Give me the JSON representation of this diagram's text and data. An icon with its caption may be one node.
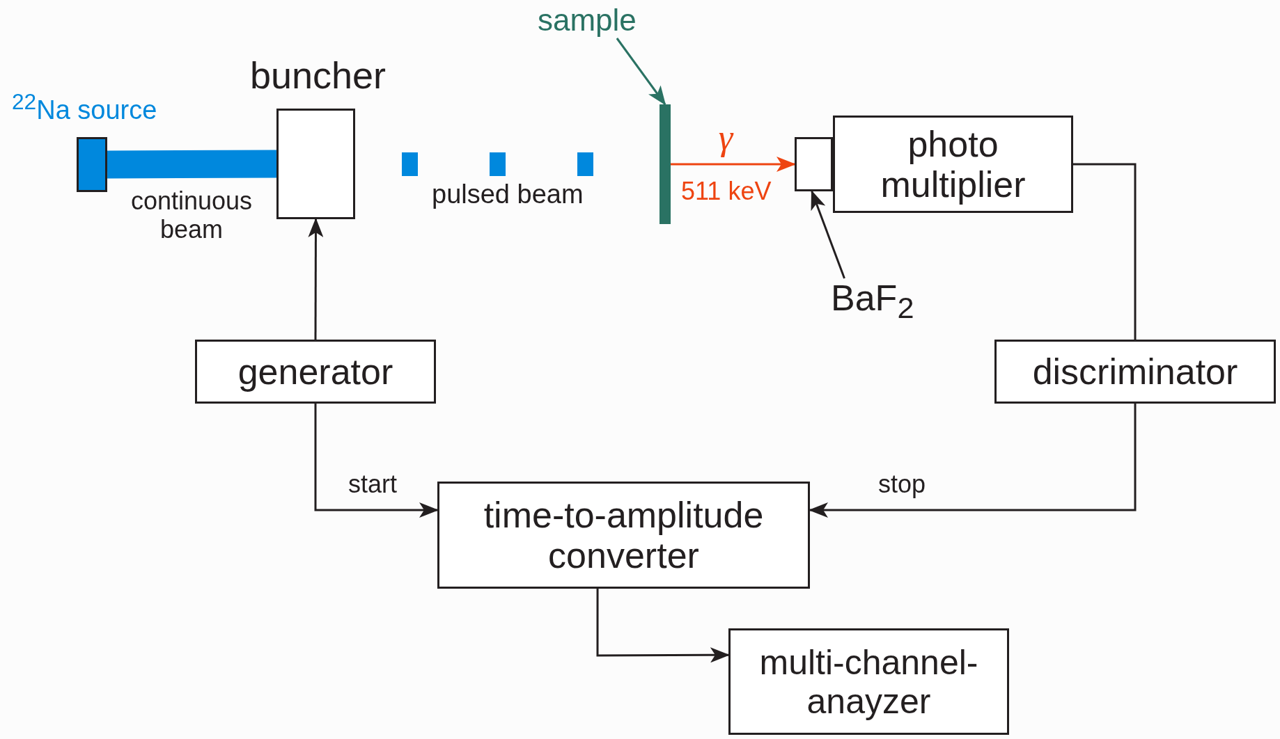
{
  "diagram": {
    "nodes": [
      {
        "text": [
          "$^{22}$Na source"
        ]
      },
      {
        "text": [
          "buncher"
        ]
      },
      {
        "text": [
          "sample"
        ]
      },
      {
        "text": [],
        "shape": "bar"
      },
      {
        "text": [],
        "shape": "box"
      },
      {
        "text": [
          "BaF$_{2}$"
        ]
      },
      {
        "text": [
          "photo multiplier"
        ]
      },
      {
        "text": [
          "discriminator"
        ]
      },
      {
        "text": [
          "generator"
        ]
      },
      {
        "text": [
          "time-to-amplitude converter"
        ]
      },
      {
        "text": [
          "multi-channel- anayzer"
        ]
      }
    ],
    "edges": [
      {
        "from": 0,
        "to": 1,
        "arrow": "none",
        "label": "continuous beam",
        "style": "thick",
        "color": "#0088dd"
      },
      {
        "from": 2,
        "to": 3,
        "arrow": "to",
        "color": "#2a7263"
      },
      {
        "from": 3,
        "to": 4,
        "arrow": "to",
        "label": "γ",
        "color": "#ee4411"
      },
      {
        "from": 5,
        "to": 4,
        "arrow": "to"
      },
      {
        "from": 6,
        "to": 7,
        "arrow": "none"
      },
      {
        "from": 8,
        "to": 1,
        "arrow": "to"
      },
      {
        "from": 8,
        "to": 9,
        "arrow": "to",
        "label": "start"
      },
      {
        "from": 7,
        "to": 9,
        "arrow": "to",
        "label": "stop"
      },
      {
        "from": 9,
        "to": 10,
        "arrow": "to"
      }
    ],
    "labels": [
      "pulsed beam",
      "511 keV"
    ]
  }
}
